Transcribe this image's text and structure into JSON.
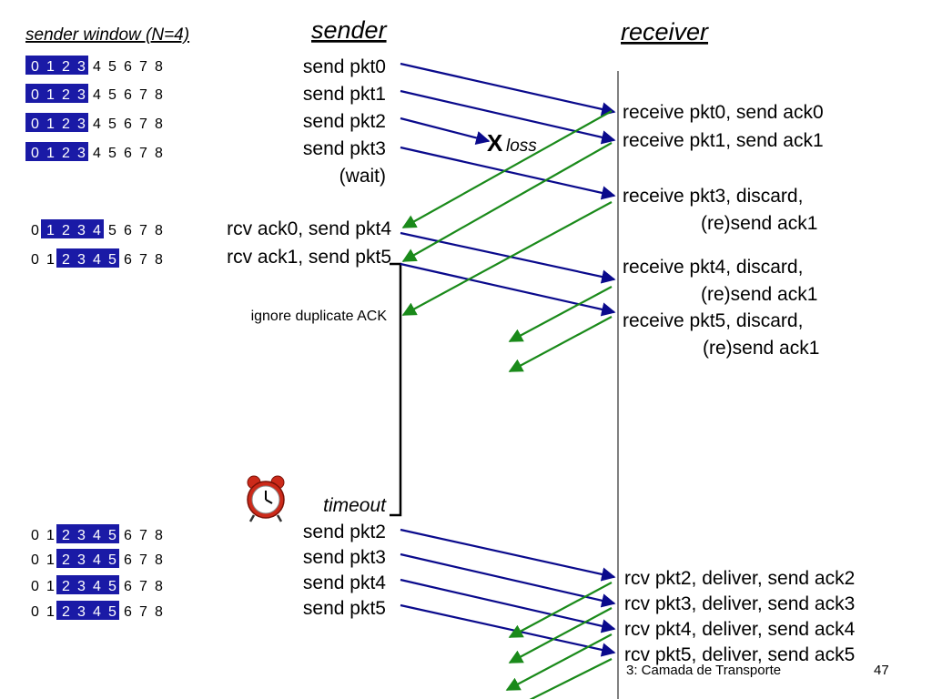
{
  "header": {
    "window_title": "sender window (N=4)",
    "sender": "sender",
    "receiver": "receiver"
  },
  "windows": [
    {
      "seq": [
        "0",
        "1",
        "2",
        "3",
        "4",
        "5",
        "6",
        "7",
        "8"
      ],
      "start": 0,
      "size": 4
    },
    {
      "seq": [
        "0",
        "1",
        "2",
        "3",
        "4",
        "5",
        "6",
        "7",
        "8"
      ],
      "start": 0,
      "size": 4
    },
    {
      "seq": [
        "0",
        "1",
        "2",
        "3",
        "4",
        "5",
        "6",
        "7",
        "8"
      ],
      "start": 0,
      "size": 4
    },
    {
      "seq": [
        "0",
        "1",
        "2",
        "3",
        "4",
        "5",
        "6",
        "7",
        "8"
      ],
      "start": 0,
      "size": 4
    },
    {
      "seq": [
        "0",
        "1",
        "2",
        "3",
        "4",
        "5",
        "6",
        "7",
        "8"
      ],
      "start": 1,
      "size": 4
    },
    {
      "seq": [
        "0",
        "1",
        "2",
        "3",
        "4",
        "5",
        "6",
        "7",
        "8"
      ],
      "start": 2,
      "size": 4
    },
    {
      "seq": [
        "0",
        "1",
        "2",
        "3",
        "4",
        "5",
        "6",
        "7",
        "8"
      ],
      "start": 2,
      "size": 4
    },
    {
      "seq": [
        "0",
        "1",
        "2",
        "3",
        "4",
        "5",
        "6",
        "7",
        "8"
      ],
      "start": 2,
      "size": 4
    },
    {
      "seq": [
        "0",
        "1",
        "2",
        "3",
        "4",
        "5",
        "6",
        "7",
        "8"
      ],
      "start": 2,
      "size": 4
    },
    {
      "seq": [
        "0",
        "1",
        "2",
        "3",
        "4",
        "5",
        "6",
        "7",
        "8"
      ],
      "start": 2,
      "size": 4
    }
  ],
  "sender_events": [
    "send  pkt0",
    "send  pkt1",
    "send  pkt2",
    "send  pkt3",
    "(wait)",
    "rcv ack0, send pkt4",
    "rcv ack1, send pkt5",
    "ignore duplicate ACK",
    "timeout",
    "send  pkt2",
    "send  pkt3",
    "send  pkt4",
    "send  pkt5"
  ],
  "receiver_events": [
    "receive pkt0, send ack0",
    "receive pkt1, send ack1",
    "receive pkt3, discard,",
    "(re)send ack1",
    "receive pkt4, discard,",
    "(re)send ack1",
    "receive pkt5, discard,",
    "(re)send ack1",
    "rcv pkt2, deliver, send ack2",
    "rcv pkt3, deliver, send ack3",
    "rcv pkt4, deliver, send ack4",
    "rcv pkt5, deliver, send ack5"
  ],
  "loss": {
    "mark": "X",
    "label": "loss"
  },
  "footer": {
    "course": "3: Camada de Transporte",
    "page": "47"
  },
  "colors": {
    "window_fill": "#1a1aa6",
    "title_blue": "#1f1fb0",
    "receiver_green": "#0a7a0a",
    "packet_arrow": "#0a0a8c",
    "ack_arrow": "#1a8a1a",
    "loss_red": "#e00000",
    "clock_red": "#cc2a1a"
  },
  "icons": {
    "timer": "alarm-clock-icon",
    "loss": "loss-x-icon"
  }
}
